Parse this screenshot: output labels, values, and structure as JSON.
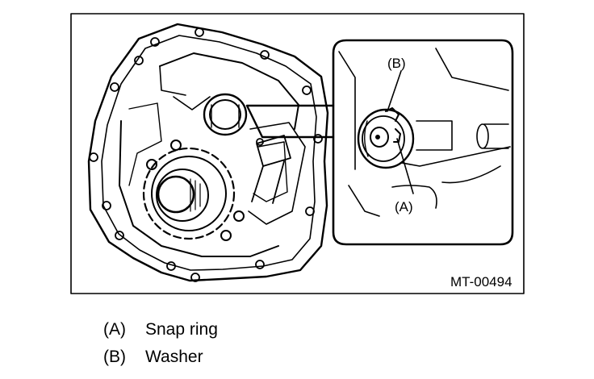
{
  "figure": {
    "id": "MT-00494",
    "callouts": {
      "a": "(A)",
      "b": "(B)"
    }
  },
  "legend": [
    {
      "key": "(A)",
      "label": "Snap ring"
    },
    {
      "key": "(B)",
      "label": "Washer"
    }
  ]
}
